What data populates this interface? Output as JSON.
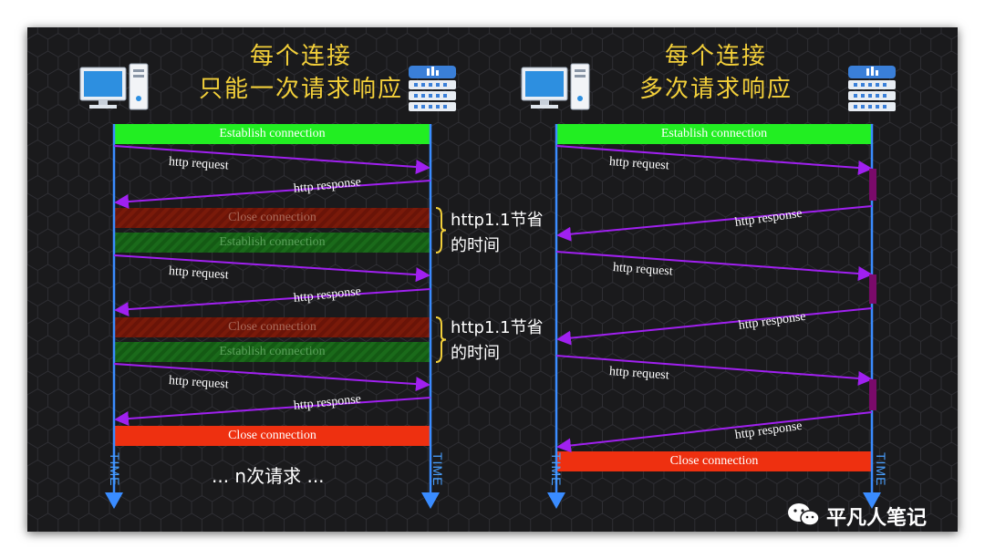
{
  "left": {
    "title": [
      "每个连接",
      "只能一次请求响应"
    ],
    "bars": [
      {
        "label": "Establish connection",
        "style": "green"
      },
      {
        "label": "Close connection",
        "style": "dimred"
      },
      {
        "label": "Establish connection",
        "style": "dimgreen"
      },
      {
        "label": "Close connection",
        "style": "dimred"
      },
      {
        "label": "Establish connection",
        "style": "dimgreen"
      },
      {
        "label": "Close connection",
        "style": "red"
      }
    ],
    "messages": [
      "http request",
      "http response",
      "http request",
      "http response",
      "http request",
      "http response"
    ],
    "notes": [
      [
        "http1.1节省",
        "的时间"
      ],
      [
        "http1.1节省",
        "的时间"
      ]
    ],
    "footer": "... n次请求 ..."
  },
  "right": {
    "title": [
      "每个连接",
      "多次请求响应"
    ],
    "bars": [
      {
        "label": "Establish connection",
        "style": "green"
      },
      {
        "label": "Close connection",
        "style": "red"
      }
    ],
    "messages": [
      "http request",
      "http response",
      "http request",
      "http response",
      "http request",
      "http response"
    ]
  },
  "time_label": "TIME",
  "watermark": "平凡人笔记",
  "colors": {
    "timeline": "#3a8cff",
    "message": "#a020f0",
    "title": "#f2cf3a",
    "bar_green": "#22ee22",
    "bar_red": "#ee3010",
    "server_busy": "#7a0a6a"
  },
  "icons": [
    "computer-icon",
    "server-icon",
    "wechat-icon"
  ]
}
